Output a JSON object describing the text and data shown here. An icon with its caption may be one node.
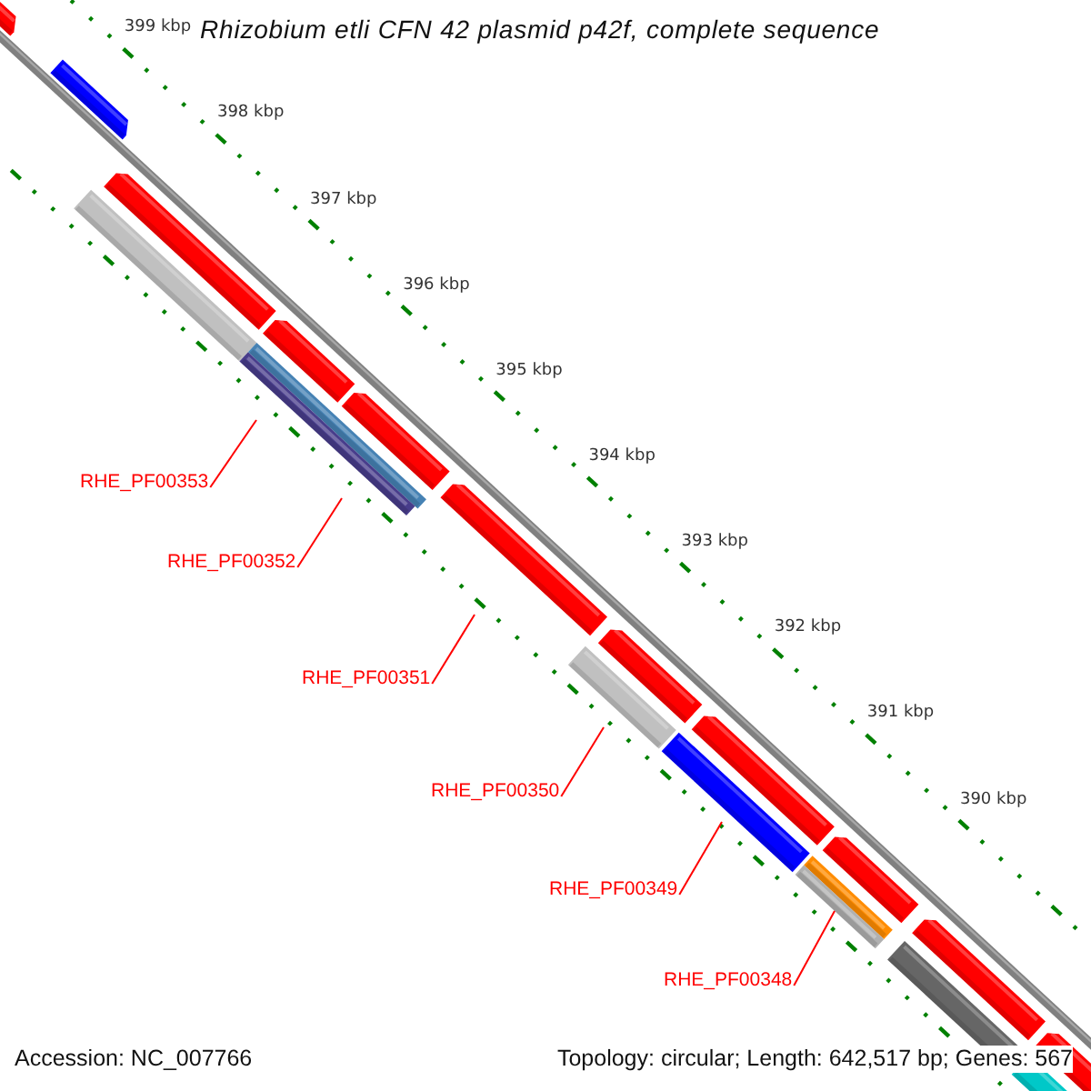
{
  "diagram": {
    "title": "Rhizobium etli CFN 42 plasmid p42f, complete sequence",
    "nodes": [
      {
        "text": [
          "RHE_PF00353"
        ]
      },
      {
        "text": [
          "RHE_PF00352"
        ]
      },
      {
        "text": [
          "RHE_PF00351"
        ]
      },
      {
        "text": [
          "RHE_PF00350"
        ]
      },
      {
        "text": [
          "RHE_PF00349"
        ]
      },
      {
        "text": [
          "RHE_PF00348"
        ]
      }
    ],
    "edges": [
      {
        "from": 0,
        "to": null,
        "arrow": "none"
      },
      {
        "from": 1,
        "to": null,
        "arrow": "none"
      },
      {
        "from": 2,
        "to": null,
        "arrow": "none"
      },
      {
        "from": 3,
        "to": null,
        "arrow": "none"
      },
      {
        "from": 4,
        "to": null,
        "arrow": "none"
      },
      {
        "from": 5,
        "to": null,
        "arrow": "none"
      }
    ],
    "labels": [
      "399 kbp",
      "398 kbp",
      "397 kbp",
      "396 kbp",
      "395 kbp",
      "394 kbp",
      "393 kbp",
      "392 kbp",
      "391 kbp",
      "390 kbp",
      "Accession: NC_007766",
      "Topology: circular; Length: 642,517 bp; Genes: 567"
    ]
  }
}
